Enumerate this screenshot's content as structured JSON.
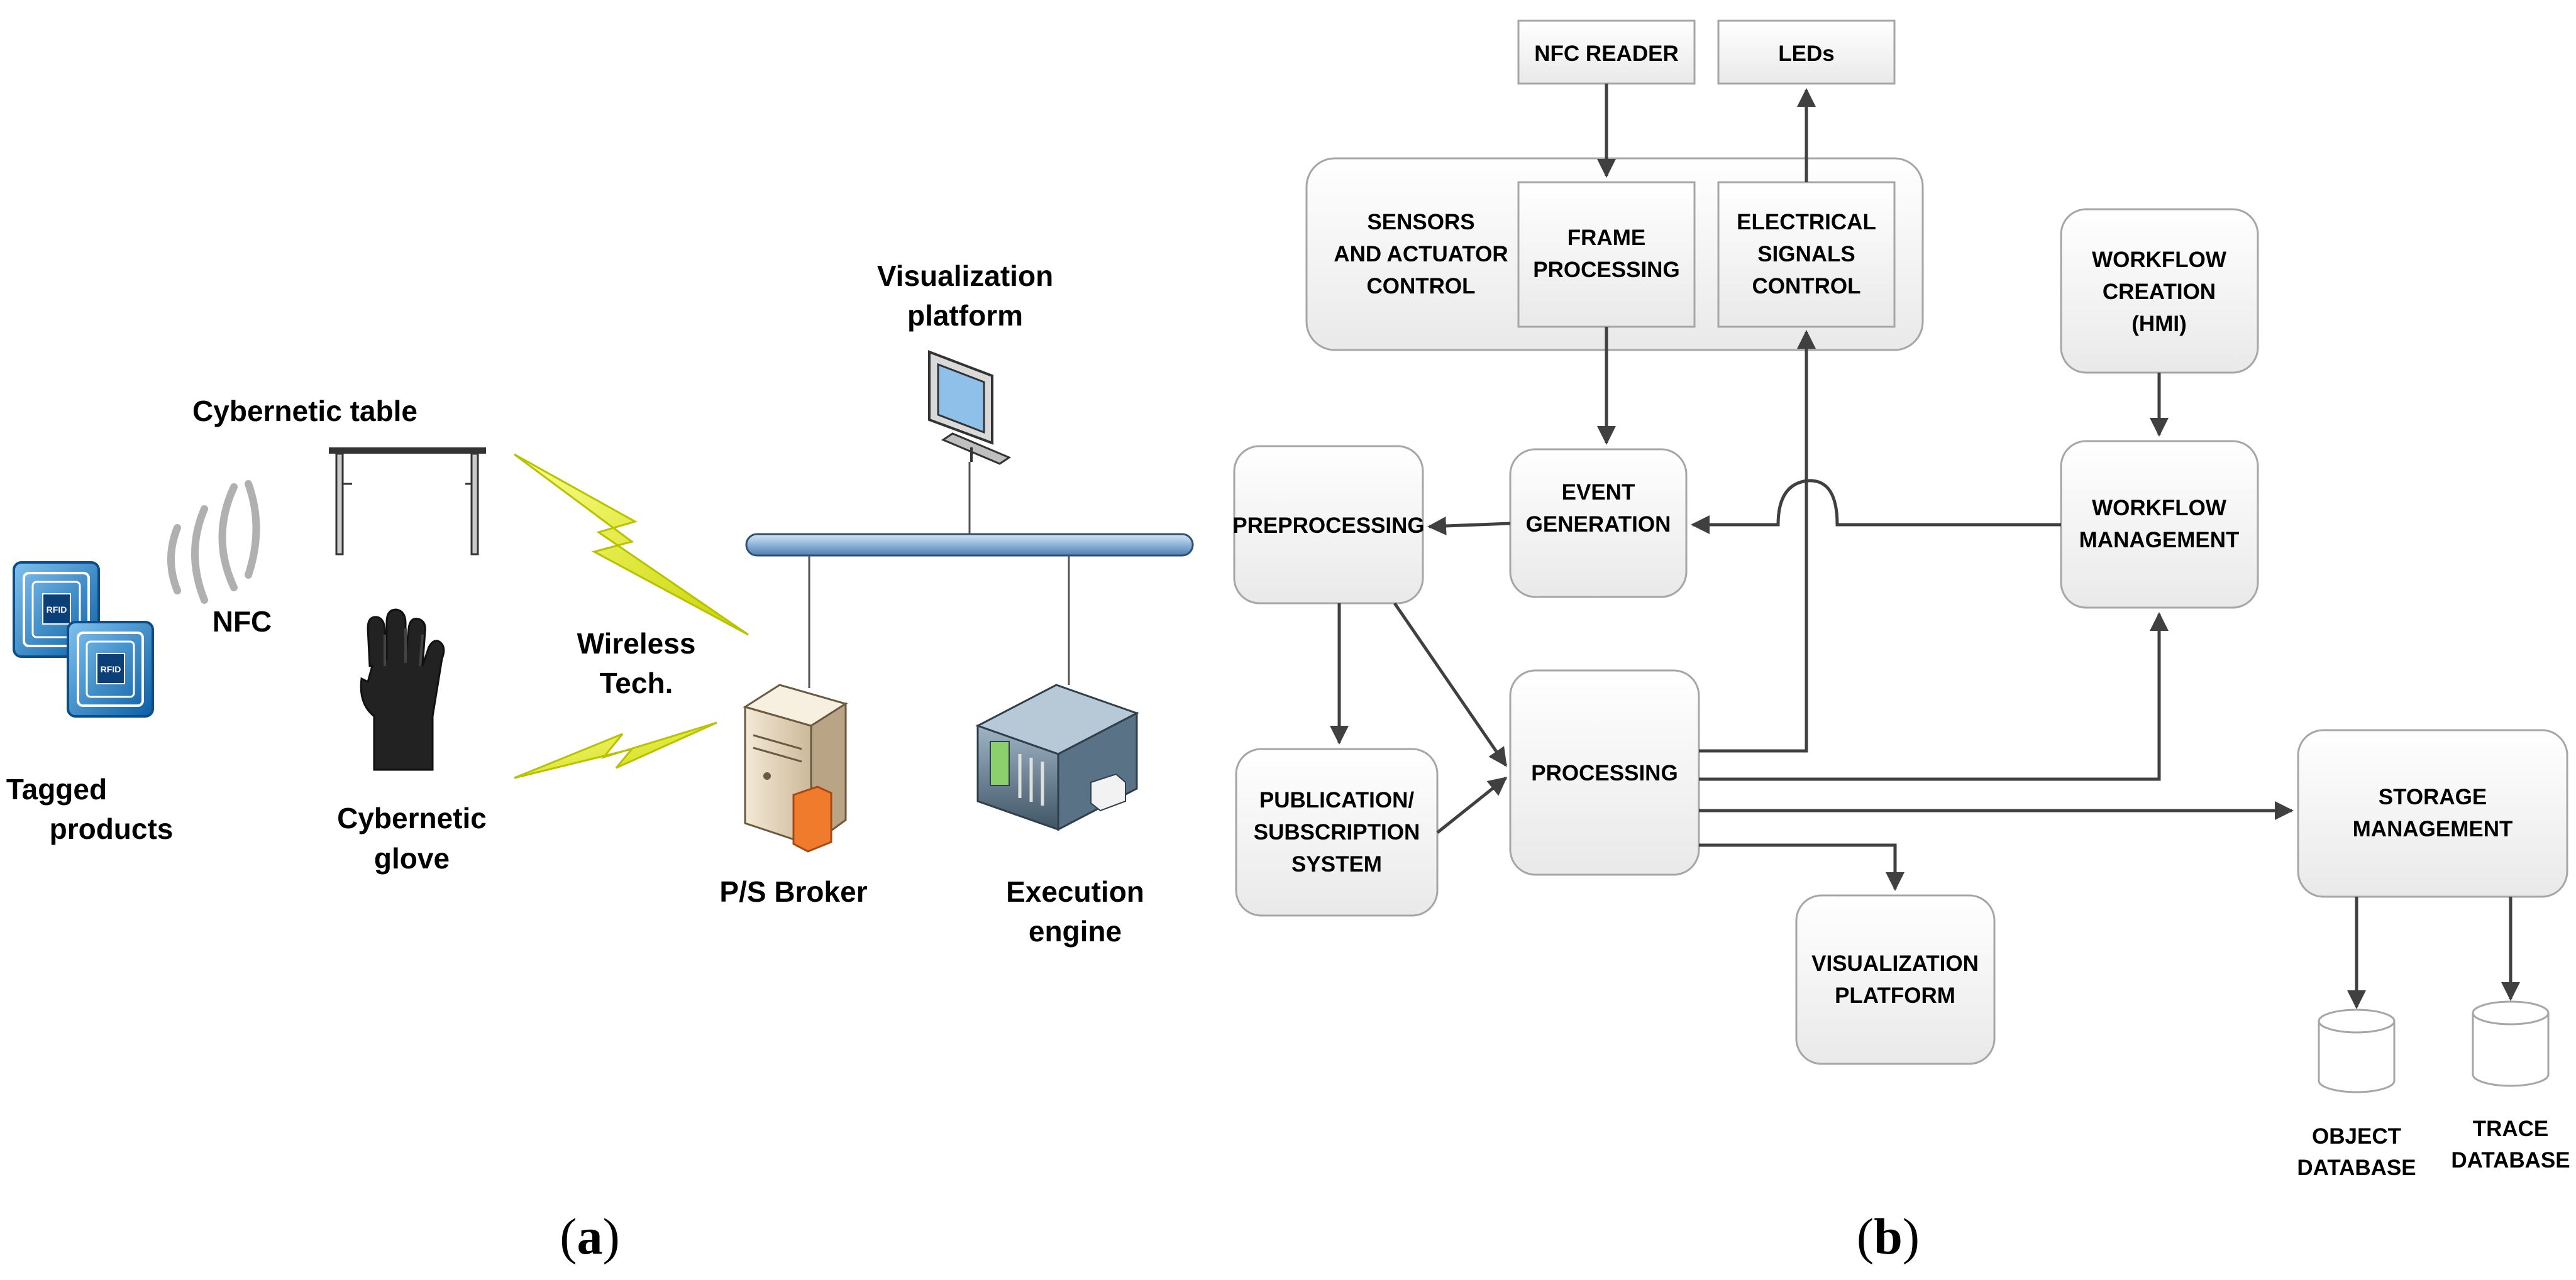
{
  "panel_a": {
    "caption_open": "(",
    "caption_letter": "a",
    "caption_close": ")",
    "tagged_products": [
      "Tagged",
      "products"
    ],
    "nfc": "NFC",
    "cybernetic_table": "Cybernetic table",
    "cybernetic_glove": [
      "Cybernetic",
      "glove"
    ],
    "wireless_tech": [
      "Wireless",
      "Tech."
    ],
    "visualization_platform": [
      "Visualization",
      "platform"
    ],
    "ps_broker": "P/S Broker",
    "execution_engine": [
      "Execution",
      "engine"
    ],
    "tag_text": "RFID"
  },
  "panel_b": {
    "caption_open": "(",
    "caption_letter": "b",
    "caption_close": ")",
    "nfc_reader": "NFC READER",
    "leds": "LEDs",
    "sensors_actuator_control": [
      "SENSORS",
      "AND ACTUATOR",
      "CONTROL"
    ],
    "frame_processing": [
      "FRAME",
      "PROCESSING"
    ],
    "electrical_signals_control": [
      "ELECTRICAL",
      "SIGNALS",
      "CONTROL"
    ],
    "workflow_creation": [
      "WORKFLOW",
      "CREATION",
      "(HMI)"
    ],
    "preprocessing": "PREPROCESSING",
    "event_generation": [
      "EVENT",
      "GENERATION"
    ],
    "workflow_management": [
      "WORKFLOW",
      "MANAGEMENT"
    ],
    "publication_subscription": [
      "PUBLICATION/",
      "SUBSCRIPTION",
      "SYSTEM"
    ],
    "processing": "PROCESSING",
    "storage_management": [
      "STORAGE",
      "MANAGEMENT"
    ],
    "visualization_platform": [
      "VISUALIZATION",
      "PLATFORM"
    ],
    "object_database": [
      "OBJECT",
      "DATABASE"
    ],
    "trace_database": [
      "TRACE",
      "DATABASE"
    ]
  }
}
